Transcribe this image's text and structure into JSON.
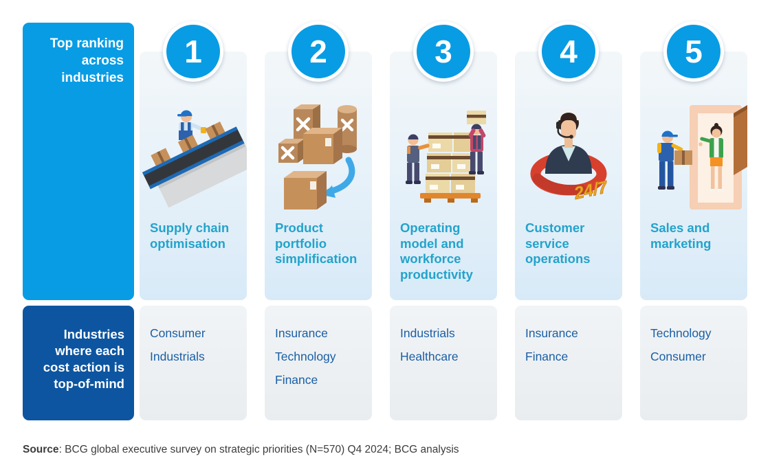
{
  "header": {
    "top_label": "Top ranking across industries",
    "bottom_label": "Industries where each cost action is top-of-mind"
  },
  "columns": [
    {
      "rank": "1",
      "title": "Supply chain optimisation",
      "illustration": "conveyor-belt-worker",
      "industries": [
        "Consumer",
        "Industrials"
      ]
    },
    {
      "rank": "2",
      "title": "Product portfolio simplification",
      "illustration": "boxes-consolidation-arrow",
      "industries": [
        "Insurance",
        "Technology",
        "Finance"
      ]
    },
    {
      "rank": "3",
      "title": "Operating model and workforce productivity",
      "illustration": "warehouse-workers-pallet",
      "industries": [
        "Industrials",
        "Healthcare"
      ]
    },
    {
      "rank": "4",
      "title": "Customer service operations",
      "illustration": "support-agent-ring",
      "illustration_text": "24/7",
      "industries": [
        "Insurance",
        "Finance"
      ]
    },
    {
      "rank": "5",
      "title": "Sales and marketing",
      "illustration": "delivery-at-door",
      "industries": [
        "Technology",
        "Consumer"
      ]
    }
  ],
  "footer": {
    "source_label": "Source",
    "source_text": ": BCG global executive survey on strategic priorities (N=570) Q4 2024; BCG analysis"
  },
  "colors": {
    "accent_blue": "#089ce4",
    "dark_blue": "#0d55a0",
    "title_teal": "#23a3cb",
    "industry_text": "#1a5fa5"
  }
}
